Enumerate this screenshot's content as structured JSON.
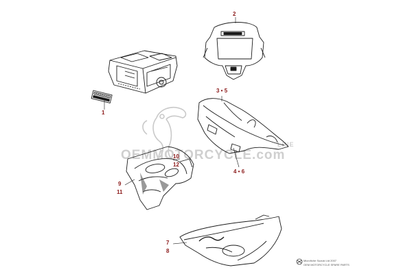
{
  "colors": {
    "line": "#1a1a1a",
    "callout": "#8b1a1a",
    "watermark": "#c9c9c9"
  },
  "watermark": {
    "text": "OEMMOTORCYCLE.com",
    "side_text": "LINE"
  },
  "callouts": {
    "c1": "1",
    "c2": "2",
    "c3": "3 • 5",
    "c4": "4 • 6",
    "c7": "7",
    "c8": "8",
    "c9": "9",
    "c10": "10",
    "c11": "11",
    "c12": "12"
  },
  "parts": {
    "emblem_text": "SUZUKI"
  },
  "footer": {
    "logo_icon": "oem-logo-icon",
    "line1": "Microfiche Suzuki Ltd 2007",
    "line2": "OEM MOTORCYCLE SPARE PARTS"
  }
}
